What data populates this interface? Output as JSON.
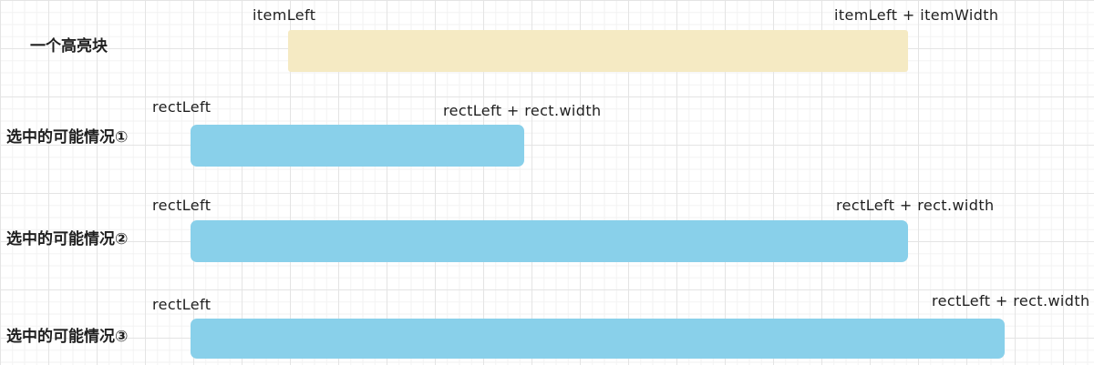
{
  "colors": {
    "background": "#ffffff",
    "grid_minor": "#f2f2f2",
    "grid_major": "#e4e4e4",
    "text": "#1f1f1f",
    "highlight_bar": "#f5eac3",
    "selection_bar": "#89d0ea"
  },
  "rows": [
    {
      "label": "一个高亮块",
      "bar_color": "#f5eac3",
      "annotations": {
        "left": "itemLeft",
        "right": "itemLeft + itemWidth"
      }
    },
    {
      "label": "选中的可能情况①",
      "bar_color": "#89d0ea",
      "annotations": {
        "left": "rectLeft",
        "right": "rectLeft + rect.width"
      }
    },
    {
      "label": "选中的可能情况②",
      "bar_color": "#89d0ea",
      "annotations": {
        "left": "rectLeft",
        "right": "rectLeft + rect.width"
      }
    },
    {
      "label": "选中的可能情况③",
      "bar_color": "#89d0ea",
      "annotations": {
        "left": "rectLeft",
        "right": "rectLeft + rect.width"
      }
    }
  ]
}
